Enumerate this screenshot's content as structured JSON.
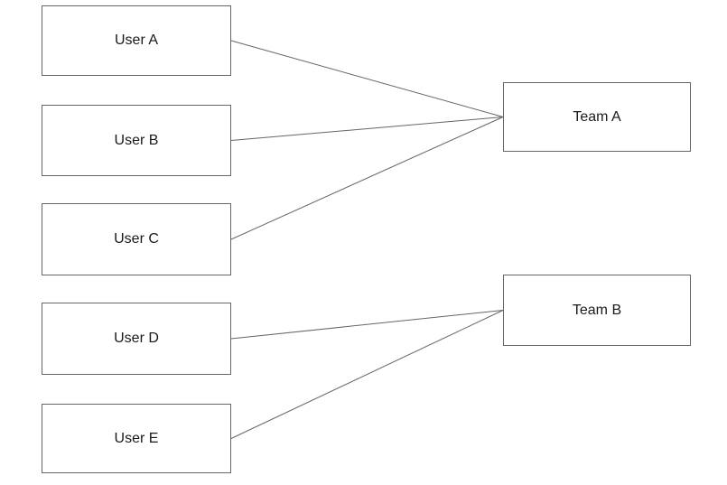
{
  "diagram": {
    "type": "graph",
    "line_color": "#666666",
    "box_border_color": "#666666",
    "box_fill_color": "#ffffff",
    "text_color": "#1a1a1a",
    "nodes": {
      "user_a": {
        "label": "User A"
      },
      "user_b": {
        "label": "User B"
      },
      "user_c": {
        "label": "User C"
      },
      "user_d": {
        "label": "User D"
      },
      "user_e": {
        "label": "User E"
      },
      "team_a": {
        "label": "Team A"
      },
      "team_b": {
        "label": "Team B"
      }
    },
    "edges": [
      {
        "from": "user_a",
        "to": "team_a"
      },
      {
        "from": "user_b",
        "to": "team_a"
      },
      {
        "from": "user_c",
        "to": "team_a"
      },
      {
        "from": "user_d",
        "to": "team_b"
      },
      {
        "from": "user_e",
        "to": "team_b"
      }
    ]
  }
}
